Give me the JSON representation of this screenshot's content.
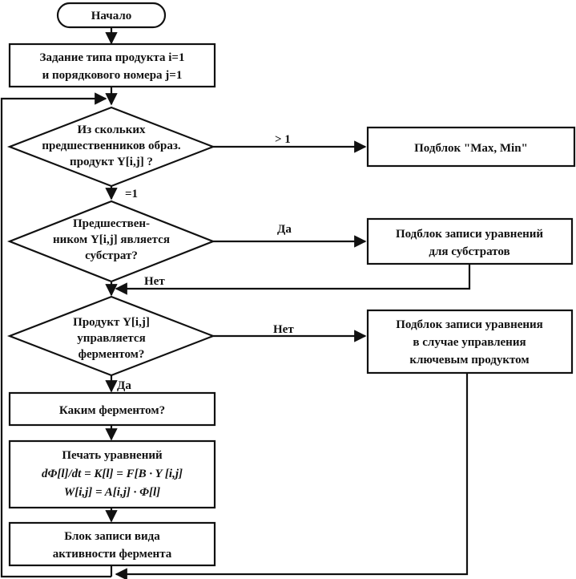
{
  "nodes": {
    "start": "Начало",
    "init_1": "Задание типа продукта i=1",
    "init_2": "и порядкового номера j=1",
    "q_count_1": "Из скольких",
    "q_count_2": "предшественников образ.",
    "q_count_3": "продукт Y[i,j] ?",
    "maxmin": "Подблок \"Max, Min\"",
    "q_substrate_1": "Предшествен-",
    "q_substrate_2": "ником Y[i,j] является",
    "q_substrate_3": "субстрат?",
    "substrate_block_1": "Подблок записи уравнений",
    "substrate_block_2": "для субстратов",
    "q_enzyme_1": "Продукт Y[i,j]",
    "q_enzyme_2": "управляется",
    "q_enzyme_3": "ферментом?",
    "key_product_1": "Подблок записи уравнения",
    "key_product_2": "в случае управления",
    "key_product_3": "ключевым продуктом",
    "which_enzyme": "Каким ферментом?",
    "print_1": "Печать уравнений",
    "print_2": "dΦ[l]/dt = K[l] = F[B · Y [i,j]",
    "print_3": "W[i,j] = A[i,j] · Φ[l]",
    "activity_1": "Блок записи вида",
    "activity_2": "активности фермента"
  },
  "edges": {
    "gt1": "> 1",
    "eq1": "=1",
    "yes_substrate": "Да",
    "no_substrate": "Нет",
    "no_enzyme": "Нет",
    "yes_enzyme": "Да"
  }
}
